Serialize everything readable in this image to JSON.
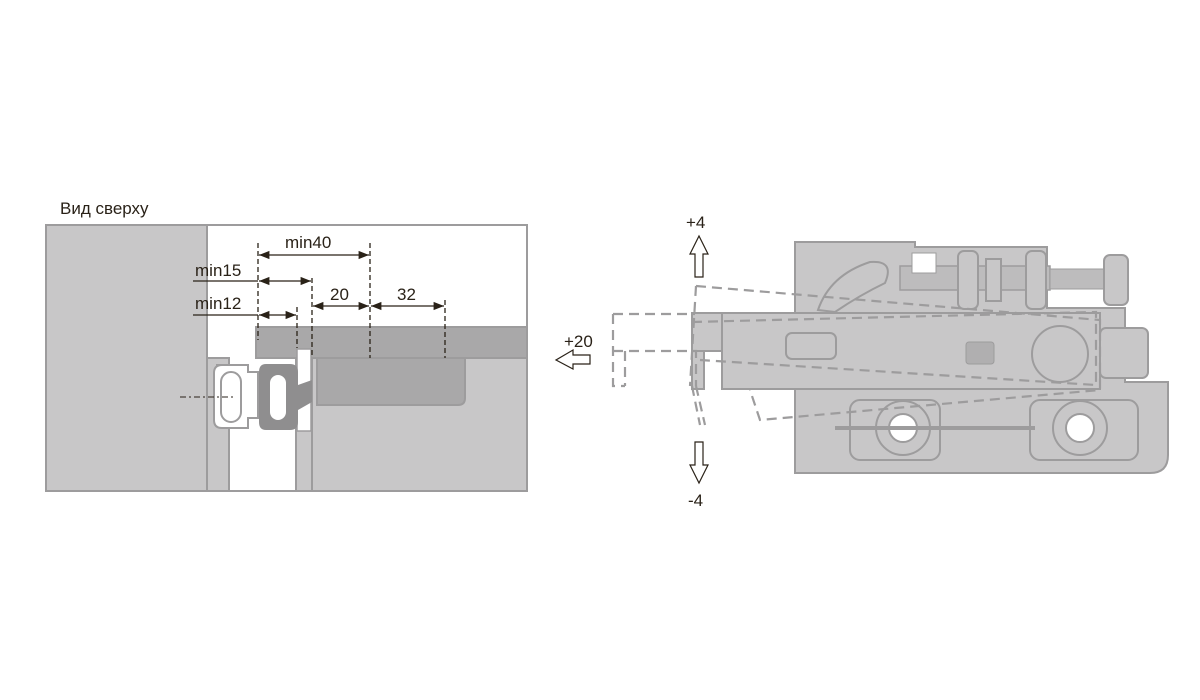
{
  "left_view": {
    "title": "Вид сверху",
    "dims": {
      "min40": "min40",
      "min15": "min15",
      "min12": "min12",
      "d20": "20",
      "d32": "32"
    }
  },
  "right_view": {
    "adjust_up": "+4",
    "adjust_down": "-4",
    "adjust_depth": "+20"
  },
  "colors": {
    "panel": "#c8c7c8",
    "dark": "#a9a8a9",
    "line": "#2a2218"
  }
}
